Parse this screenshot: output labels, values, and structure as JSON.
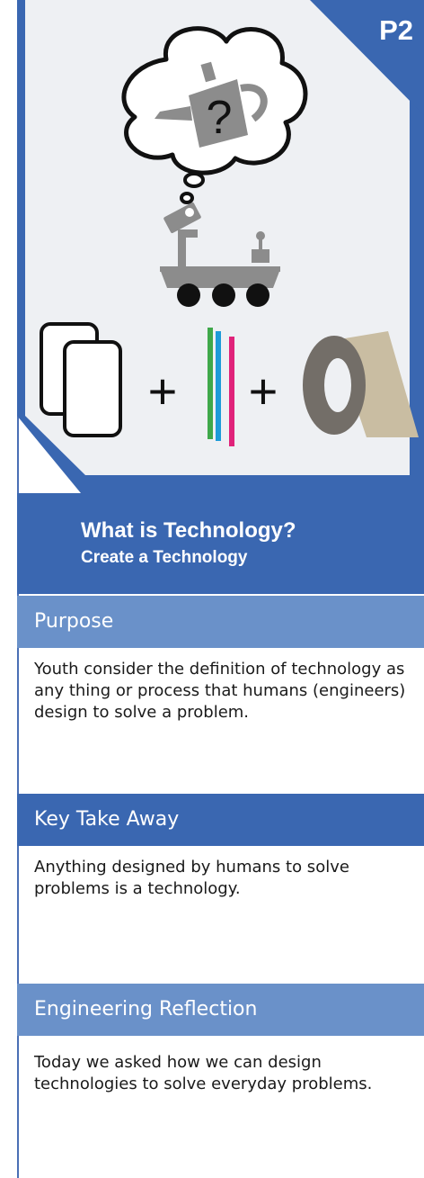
{
  "card": {
    "code": "P2",
    "title": "What is Technology?",
    "subtitle": "Create a Technology"
  },
  "hero": {
    "thought_symbol": "?",
    "plus_symbol": "+"
  },
  "sections": [
    {
      "heading": "Purpose",
      "body": "Youth consider the definition of technology as any thing or process that humans (engineers) design to solve a problem."
    },
    {
      "heading": "Key Take Away",
      "body": "Anything designed by humans to solve problems is a technology."
    },
    {
      "heading": "Engineering Reflection",
      "body": "Today we asked how we can design technologies to solve everyday problems."
    }
  ],
  "colors": {
    "brand_dark_blue": "#3a67b1",
    "brand_light_blue": "#6a91c9",
    "hero_gray": "#eef0f3"
  }
}
